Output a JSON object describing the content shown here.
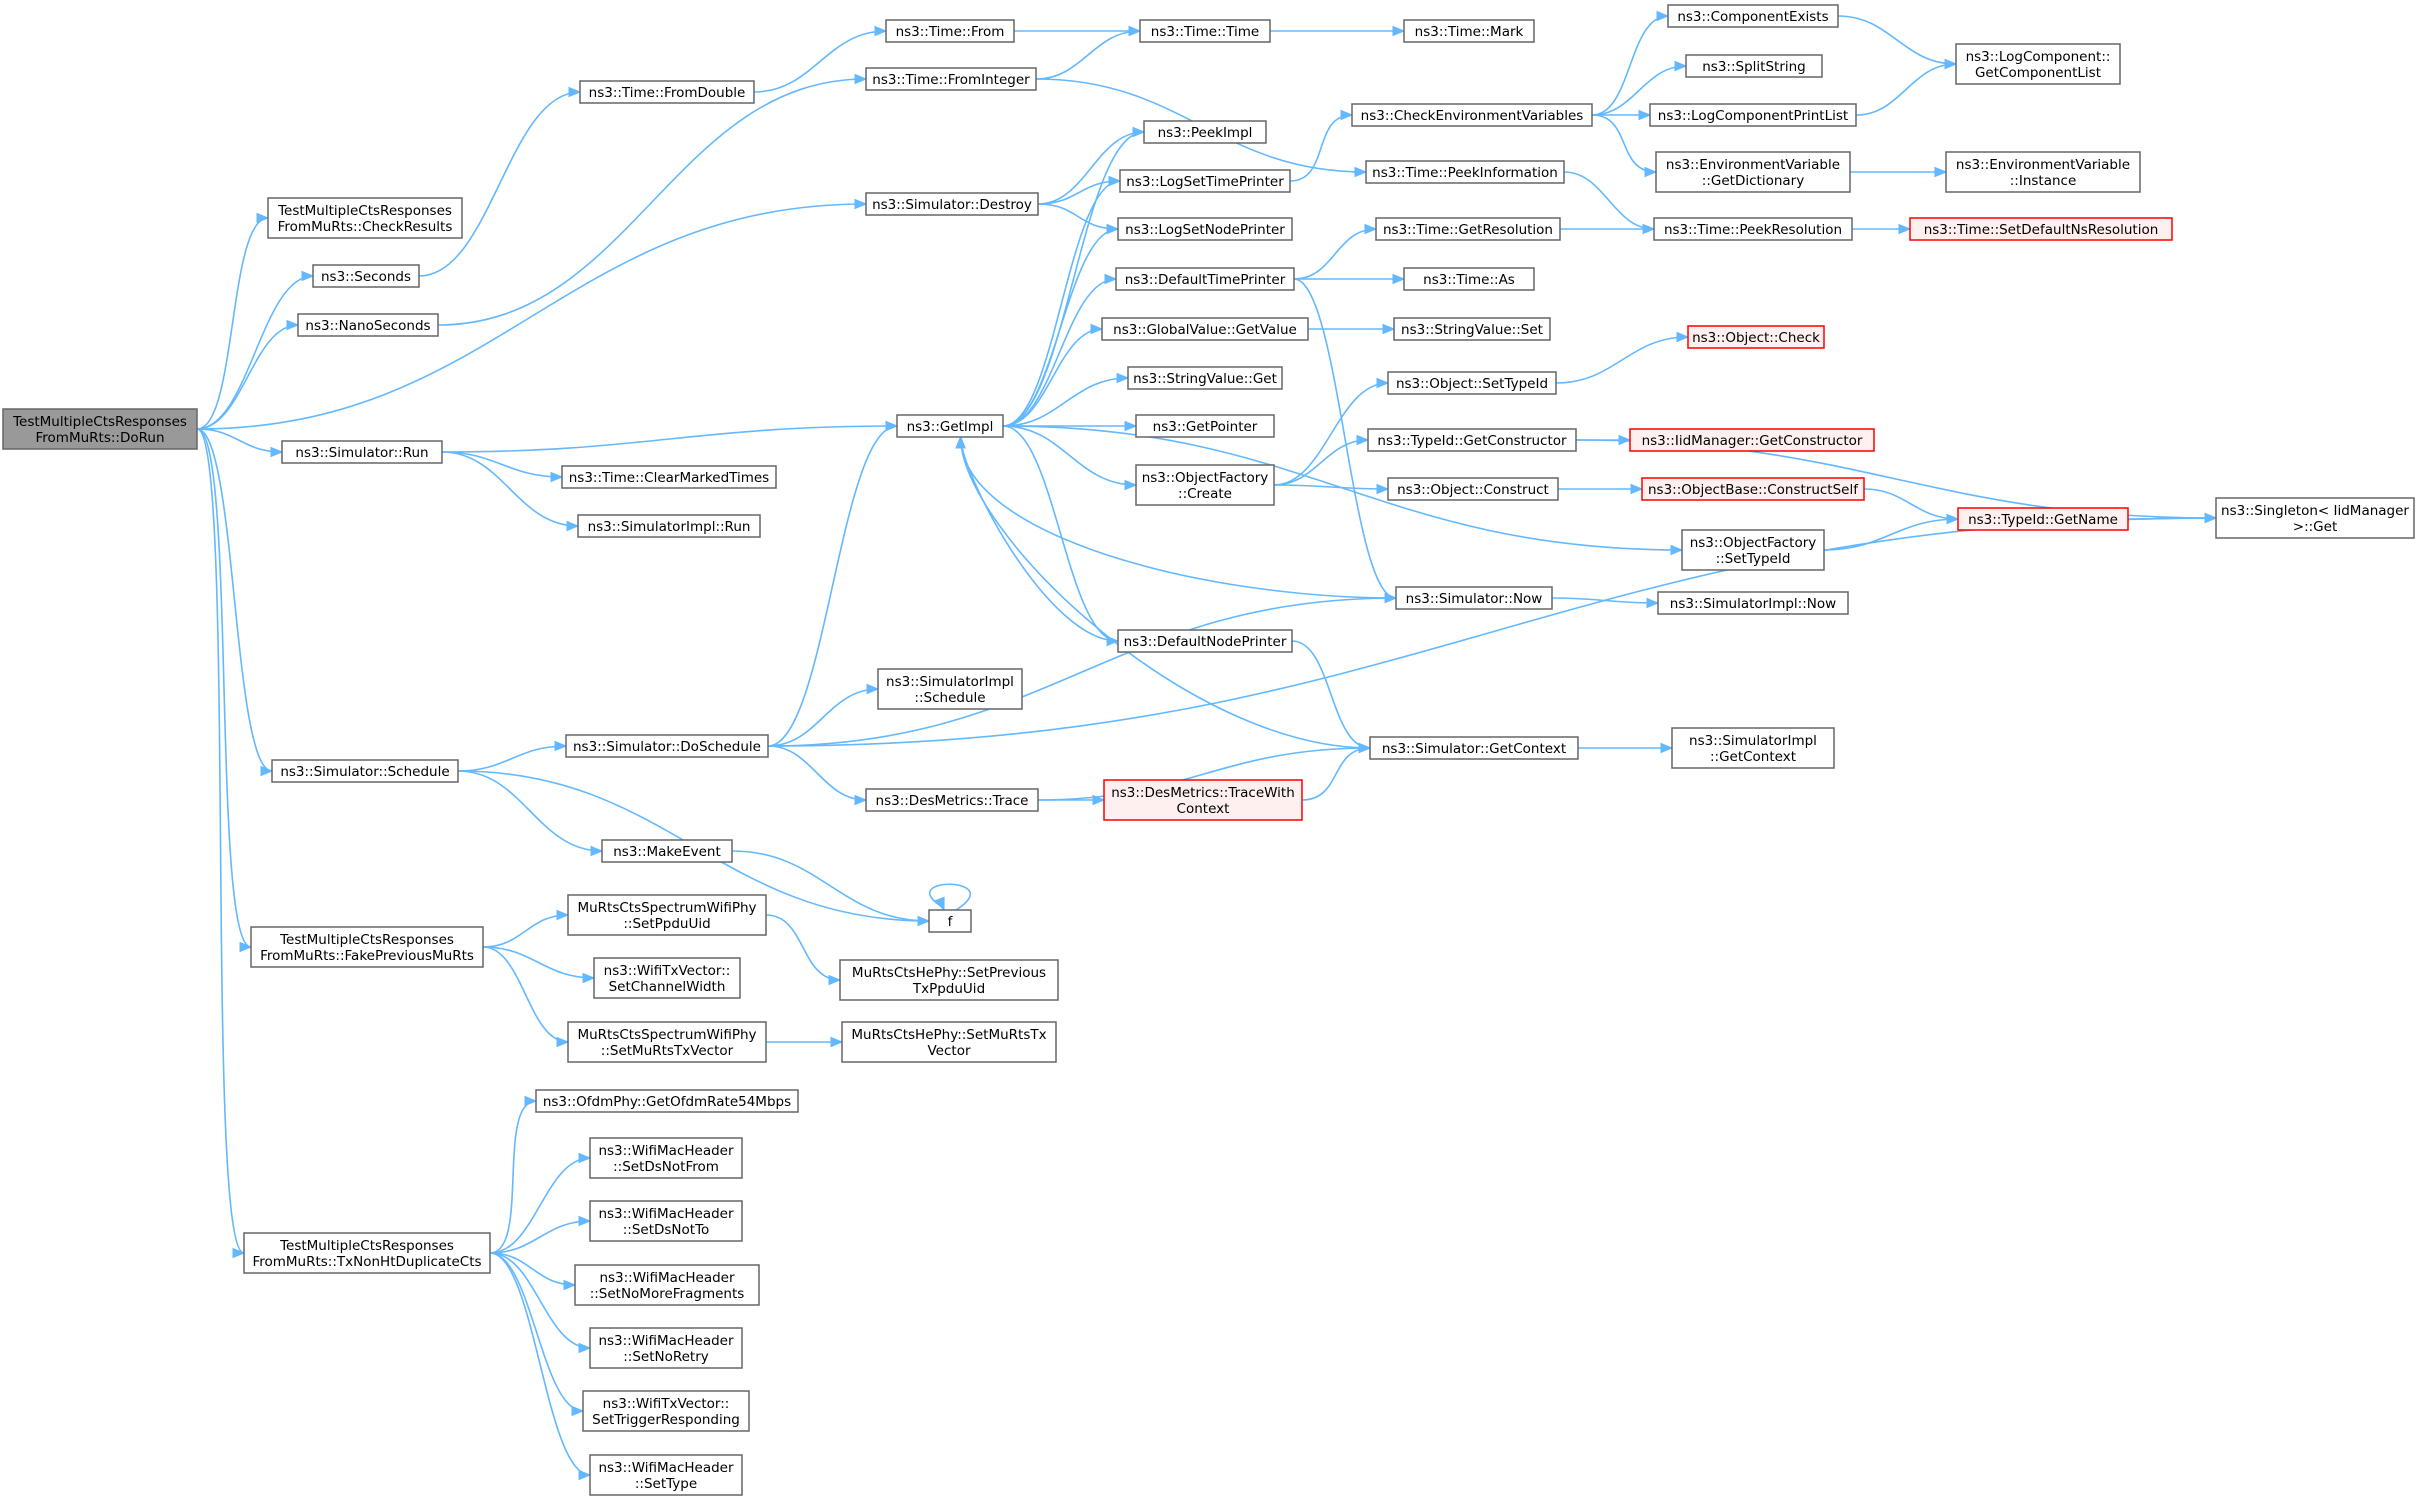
{
  "diagram": {
    "nodes": [
      {
        "id": "dorun",
        "lines": [
          "TestMultipleCtsResponses",
          "FromMuRts::DoRun"
        ],
        "style": "root"
      },
      {
        "id": "checkresults",
        "lines": [
          "TestMultipleCtsResponses",
          "FromMuRts::CheckResults"
        ],
        "style": "normal"
      },
      {
        "id": "seconds",
        "lines": [
          "ns3::Seconds"
        ],
        "style": "normal"
      },
      {
        "id": "nanoseconds",
        "lines": [
          "ns3::NanoSeconds"
        ],
        "style": "normal"
      },
      {
        "id": "simrun",
        "lines": [
          "ns3::Simulator::Run"
        ],
        "style": "normal"
      },
      {
        "id": "simschedule",
        "lines": [
          "ns3::Simulator::Schedule"
        ],
        "style": "normal"
      },
      {
        "id": "fakeprev",
        "lines": [
          "TestMultipleCtsResponses",
          "FromMuRts::FakePreviousMuRts"
        ],
        "style": "normal"
      },
      {
        "id": "txnonht",
        "lines": [
          "TestMultipleCtsResponses",
          "FromMuRts::TxNonHtDuplicateCts"
        ],
        "style": "normal"
      },
      {
        "id": "fromdouble",
        "lines": [
          "ns3::Time::FromDouble"
        ],
        "style": "normal"
      },
      {
        "id": "frominteger",
        "lines": [
          "ns3::Time::FromInteger"
        ],
        "style": "normal"
      },
      {
        "id": "simdestroy",
        "lines": [
          "ns3::Simulator::Destroy"
        ],
        "style": "normal"
      },
      {
        "id": "getimpl",
        "lines": [
          "ns3::GetImpl"
        ],
        "style": "normal"
      },
      {
        "id": "clearmarked",
        "lines": [
          "ns3::Time::ClearMarkedTimes"
        ],
        "style": "normal"
      },
      {
        "id": "simimplrun",
        "lines": [
          "ns3::SimulatorImpl::Run"
        ],
        "style": "normal"
      },
      {
        "id": "doschedule",
        "lines": [
          "ns3::Simulator::DoSchedule"
        ],
        "style": "normal"
      },
      {
        "id": "makeevent",
        "lines": [
          "ns3::MakeEvent"
        ],
        "style": "normal"
      },
      {
        "id": "f",
        "lines": [
          "f"
        ],
        "style": "normal"
      },
      {
        "id": "simimplschedule",
        "lines": [
          "ns3::SimulatorImpl",
          "::Schedule"
        ],
        "style": "normal"
      },
      {
        "id": "desmetrics",
        "lines": [
          "ns3::DesMetrics::Trace"
        ],
        "style": "normal"
      },
      {
        "id": "tracewith",
        "lines": [
          "ns3::DesMetrics::TraceWith",
          "Context"
        ],
        "style": "red"
      },
      {
        "id": "timefrom",
        "lines": [
          "ns3::Time::From"
        ],
        "style": "normal"
      },
      {
        "id": "timetime",
        "lines": [
          "ns3::Time::Time"
        ],
        "style": "normal"
      },
      {
        "id": "timemark",
        "lines": [
          "ns3::Time::Mark"
        ],
        "style": "normal"
      },
      {
        "id": "peekimpl",
        "lines": [
          "ns3::PeekImpl"
        ],
        "style": "normal"
      },
      {
        "id": "logsettime",
        "lines": [
          "ns3::LogSetTimePrinter"
        ],
        "style": "normal"
      },
      {
        "id": "logsetnode",
        "lines": [
          "ns3::LogSetNodePrinter"
        ],
        "style": "normal"
      },
      {
        "id": "deftimeprinter",
        "lines": [
          "ns3::DefaultTimePrinter"
        ],
        "style": "normal"
      },
      {
        "id": "gvgetvalue",
        "lines": [
          "ns3::GlobalValue::GetValue"
        ],
        "style": "normal"
      },
      {
        "id": "stringget",
        "lines": [
          "ns3::StringValue::Get"
        ],
        "style": "normal"
      },
      {
        "id": "getpointer",
        "lines": [
          "ns3::GetPointer"
        ],
        "style": "normal"
      },
      {
        "id": "ofcreate",
        "lines": [
          "ns3::ObjectFactory",
          "::Create"
        ],
        "style": "normal"
      },
      {
        "id": "defnodeprinter",
        "lines": [
          "ns3::DefaultNodePrinter"
        ],
        "style": "normal"
      },
      {
        "id": "checkenv",
        "lines": [
          "ns3::CheckEnvironmentVariables"
        ],
        "style": "normal"
      },
      {
        "id": "peekinfo",
        "lines": [
          "ns3::Time::PeekInformation"
        ],
        "style": "normal"
      },
      {
        "id": "getresolution",
        "lines": [
          "ns3::Time::GetResolution"
        ],
        "style": "normal"
      },
      {
        "id": "timeas",
        "lines": [
          "ns3::Time::As"
        ],
        "style": "normal"
      },
      {
        "id": "stringset",
        "lines": [
          "ns3::StringValue::Set"
        ],
        "style": "normal"
      },
      {
        "id": "objsettypeid",
        "lines": [
          "ns3::Object::SetTypeId"
        ],
        "style": "normal"
      },
      {
        "id": "typeidgetctor",
        "lines": [
          "ns3::TypeId::GetConstructor"
        ],
        "style": "normal"
      },
      {
        "id": "objconstruct",
        "lines": [
          "ns3::Object::Construct"
        ],
        "style": "normal"
      },
      {
        "id": "simnow",
        "lines": [
          "ns3::Simulator::Now"
        ],
        "style": "normal"
      },
      {
        "id": "simgetcontext",
        "lines": [
          "ns3::Simulator::GetContext"
        ],
        "style": "normal"
      },
      {
        "id": "compexists",
        "lines": [
          "ns3::ComponentExists"
        ],
        "style": "normal"
      },
      {
        "id": "splitstring",
        "lines": [
          "ns3::SplitString"
        ],
        "style": "normal"
      },
      {
        "id": "logcompprint",
        "lines": [
          "ns3::LogComponentPrintList"
        ],
        "style": "normal"
      },
      {
        "id": "envgetdict",
        "lines": [
          "ns3::EnvironmentVariable",
          "::GetDictionary"
        ],
        "style": "normal"
      },
      {
        "id": "peekres",
        "lines": [
          "ns3::Time::PeekResolution"
        ],
        "style": "normal"
      },
      {
        "id": "objcheck",
        "lines": [
          "ns3::Object::Check"
        ],
        "style": "red"
      },
      {
        "id": "iidgetctor",
        "lines": [
          "ns3::IidManager::GetConstructor"
        ],
        "style": "red"
      },
      {
        "id": "constructself",
        "lines": [
          "ns3::ObjectBase::ConstructSelf"
        ],
        "style": "red"
      },
      {
        "id": "ofsettypeid",
        "lines": [
          "ns3::ObjectFactory",
          "::SetTypeId"
        ],
        "style": "normal"
      },
      {
        "id": "simimplnow",
        "lines": [
          "ns3::SimulatorImpl::Now"
        ],
        "style": "normal"
      },
      {
        "id": "simimplgetctx",
        "lines": [
          "ns3::SimulatorImpl",
          "::GetContext"
        ],
        "style": "normal"
      },
      {
        "id": "logcomplist",
        "lines": [
          "ns3::LogComponent::",
          "GetComponentList"
        ],
        "style": "normal"
      },
      {
        "id": "envinstance",
        "lines": [
          "ns3::EnvironmentVariable",
          "::Instance"
        ],
        "style": "normal"
      },
      {
        "id": "setdefaultns",
        "lines": [
          "ns3::Time::SetDefaultNsResolution"
        ],
        "style": "red"
      },
      {
        "id": "typeidgetname",
        "lines": [
          "ns3::TypeId::GetName"
        ],
        "style": "red"
      },
      {
        "id": "singletonget",
        "lines": [
          "ns3::Singleton< IidManager",
          ">::Get"
        ],
        "style": "normal"
      },
      {
        "id": "setppduuid",
        "lines": [
          "MuRtsCtsSpectrumWifiPhy",
          "::SetPpduUid"
        ],
        "style": "normal"
      },
      {
        "id": "setchannelwidth",
        "lines": [
          "ns3::WifiTxVector::",
          "SetChannelWidth"
        ],
        "style": "normal"
      },
      {
        "id": "setmurtstxvec",
        "lines": [
          "MuRtsCtsSpectrumWifiPhy",
          "::SetMuRtsTxVector"
        ],
        "style": "normal"
      },
      {
        "id": "setprevtxppdu",
        "lines": [
          "MuRtsCtsHePhy::SetPrevious",
          "TxPpduUid"
        ],
        "style": "normal"
      },
      {
        "id": "hesetmurtstx",
        "lines": [
          "MuRtsCtsHePhy::SetMuRtsTx",
          "Vector"
        ],
        "style": "normal"
      },
      {
        "id": "ofdmrate",
        "lines": [
          "ns3::OfdmPhy::GetOfdmRate54Mbps"
        ],
        "style": "normal"
      },
      {
        "id": "setdsnotfrom",
        "lines": [
          "ns3::WifiMacHeader",
          "::SetDsNotFrom"
        ],
        "style": "normal"
      },
      {
        "id": "setdsnotto",
        "lines": [
          "ns3::WifiMacHeader",
          "::SetDsNotTo"
        ],
        "style": "normal"
      },
      {
        "id": "setnomorefrag",
        "lines": [
          "ns3::WifiMacHeader",
          "::SetNoMoreFragments"
        ],
        "style": "normal"
      },
      {
        "id": "setnoretry",
        "lines": [
          "ns3::WifiMacHeader",
          "::SetNoRetry"
        ],
        "style": "normal"
      },
      {
        "id": "settriggerresp",
        "lines": [
          "ns3::WifiTxVector::",
          "SetTriggerResponding"
        ],
        "style": "normal"
      },
      {
        "id": "settype",
        "lines": [
          "ns3::WifiMacHeader",
          "::SetType"
        ],
        "style": "normal"
      }
    ],
    "edges": [
      [
        "dorun",
        "checkresults"
      ],
      [
        "dorun",
        "seconds"
      ],
      [
        "dorun",
        "nanoseconds"
      ],
      [
        "dorun",
        "simdestroy"
      ],
      [
        "dorun",
        "simrun"
      ],
      [
        "dorun",
        "simschedule"
      ],
      [
        "dorun",
        "fakeprev"
      ],
      [
        "dorun",
        "txnonht"
      ],
      [
        "seconds",
        "fromdouble"
      ],
      [
        "nanoseconds",
        "frominteger"
      ],
      [
        "fromdouble",
        "timefrom"
      ],
      [
        "timefrom",
        "timetime"
      ],
      [
        "frominteger",
        "timetime"
      ],
      [
        "frominteger",
        "peekinfo"
      ],
      [
        "timetime",
        "timemark"
      ],
      [
        "simdestroy",
        "peekimpl"
      ],
      [
        "simdestroy",
        "logsettime"
      ],
      [
        "simdestroy",
        "logsetnode"
      ],
      [
        "simrun",
        "getimpl"
      ],
      [
        "simrun",
        "clearmarked"
      ],
      [
        "simrun",
        "simimplrun"
      ],
      [
        "simschedule",
        "doschedule"
      ],
      [
        "simschedule",
        "makeevent"
      ],
      [
        "simschedule",
        "f"
      ],
      [
        "makeevent",
        "f"
      ],
      [
        "f",
        "f"
      ],
      [
        "doschedule",
        "getimpl"
      ],
      [
        "doschedule",
        "simimplschedule"
      ],
      [
        "doschedule",
        "simnow"
      ],
      [
        "doschedule",
        "desmetrics"
      ],
      [
        "doschedule",
        "singletonget"
      ],
      [
        "desmetrics",
        "tracewith"
      ],
      [
        "desmetrics",
        "simgetcontext"
      ],
      [
        "tracewith",
        "simgetcontext"
      ],
      [
        "getimpl",
        "peekimpl"
      ],
      [
        "getimpl",
        "logsettime"
      ],
      [
        "getimpl",
        "logsetnode"
      ],
      [
        "getimpl",
        "deftimeprinter"
      ],
      [
        "getimpl",
        "gvgetvalue"
      ],
      [
        "getimpl",
        "stringget"
      ],
      [
        "getimpl",
        "getpointer"
      ],
      [
        "getimpl",
        "ofcreate"
      ],
      [
        "getimpl",
        "defnodeprinter"
      ],
      [
        "getimpl",
        "ofsettypeid"
      ],
      [
        "simnow",
        "getimpl"
      ],
      [
        "simgetcontext",
        "getimpl"
      ],
      [
        "defnodeprinter",
        "getimpl"
      ],
      [
        "logsettime",
        "checkenv"
      ],
      [
        "deftimeprinter",
        "getresolution"
      ],
      [
        "deftimeprinter",
        "timeas"
      ],
      [
        "deftimeprinter",
        "simnow"
      ],
      [
        "gvgetvalue",
        "stringset"
      ],
      [
        "ofcreate",
        "objsettypeid"
      ],
      [
        "ofcreate",
        "typeidgetctor"
      ],
      [
        "ofcreate",
        "objconstruct"
      ],
      [
        "defnodeprinter",
        "simgetcontext"
      ],
      [
        "checkenv",
        "compexists"
      ],
      [
        "checkenv",
        "splitstring"
      ],
      [
        "checkenv",
        "logcompprint"
      ],
      [
        "checkenv",
        "envgetdict"
      ],
      [
        "peekinfo",
        "peekres"
      ],
      [
        "getresolution",
        "peekres"
      ],
      [
        "peekres",
        "setdefaultns"
      ],
      [
        "objsettypeid",
        "objcheck"
      ],
      [
        "typeidgetctor",
        "iidgetctor"
      ],
      [
        "typeidgetctor",
        "singletonget"
      ],
      [
        "objconstruct",
        "constructself"
      ],
      [
        "constructself",
        "typeidgetname"
      ],
      [
        "ofsettypeid",
        "typeidgetname"
      ],
      [
        "typeidgetname",
        "singletonget"
      ],
      [
        "simnow",
        "simimplnow"
      ],
      [
        "simgetcontext",
        "simimplgetctx"
      ],
      [
        "compexists",
        "logcomplist"
      ],
      [
        "logcompprint",
        "logcomplist"
      ],
      [
        "envgetdict",
        "envinstance"
      ],
      [
        "fakeprev",
        "setppduuid"
      ],
      [
        "fakeprev",
        "setchannelwidth"
      ],
      [
        "fakeprev",
        "setmurtstxvec"
      ],
      [
        "setppduuid",
        "setprevtxppdu"
      ],
      [
        "setmurtstxvec",
        "hesetmurtstx"
      ],
      [
        "txnonht",
        "ofdmrate"
      ],
      [
        "txnonht",
        "setdsnotfrom"
      ],
      [
        "txnonht",
        "setdsnotto"
      ],
      [
        "txnonht",
        "setnomorefrag"
      ],
      [
        "txnonht",
        "setnoretry"
      ],
      [
        "txnonht",
        "settriggerresp"
      ],
      [
        "txnonht",
        "settype"
      ]
    ]
  }
}
